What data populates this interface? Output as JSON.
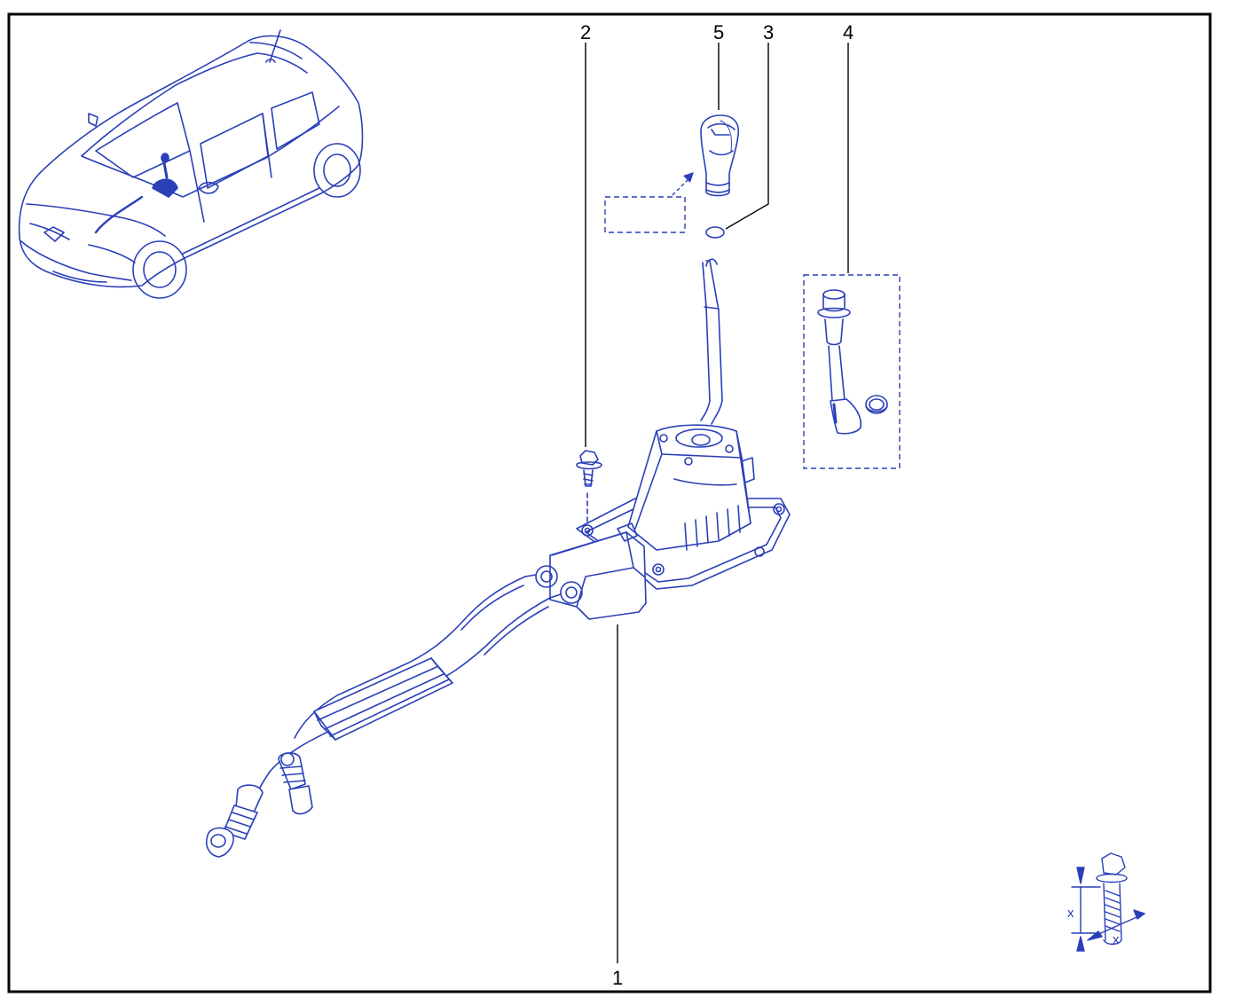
{
  "colors": {
    "line": "#2a3fb8",
    "frame": "#000000",
    "background": "#ffffff"
  },
  "callouts": [
    {
      "id": "part-1",
      "label": "1"
    },
    {
      "id": "part-2",
      "label": "2"
    },
    {
      "id": "part-3",
      "label": "3"
    },
    {
      "id": "part-4",
      "label": "4"
    },
    {
      "id": "part-5",
      "label": "5"
    }
  ],
  "bolt_inset": {
    "dimension_label": "x"
  }
}
